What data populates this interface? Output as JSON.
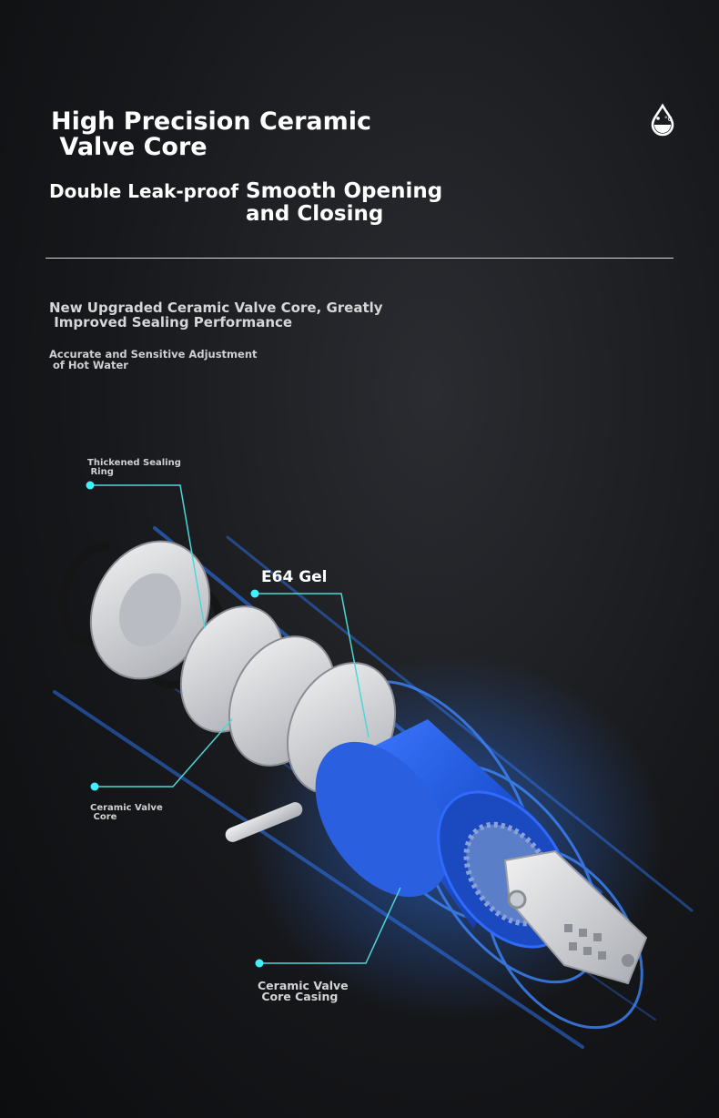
{
  "heading": {
    "title": "High Precision Ceramic\n Valve Core",
    "feature_left": "Double Leak-proof",
    "feature_right": "Smooth Opening\nand Closing"
  },
  "description": {
    "line_primary": "New Upgraded Ceramic Valve Core, Greatly\n Improved Sealing Performance",
    "line_secondary": "Accurate and Sensitive Adjustment\n of Hot Water"
  },
  "callouts": {
    "sealing_ring": "Thickened Sealing\n Ring",
    "gel": "E64 Gel",
    "valve_core": "Ceramic Valve\n Core",
    "valve_casing": "Ceramic Valve\n Core Casing"
  },
  "icons": {
    "top_right": "water-drop-temperature-icon"
  },
  "colors": {
    "callout_line": "#4fd6d6",
    "callout_dot": "#3ff0ff",
    "casing_blue": "#1f55d6",
    "glow_blue": "#2f7bff"
  }
}
